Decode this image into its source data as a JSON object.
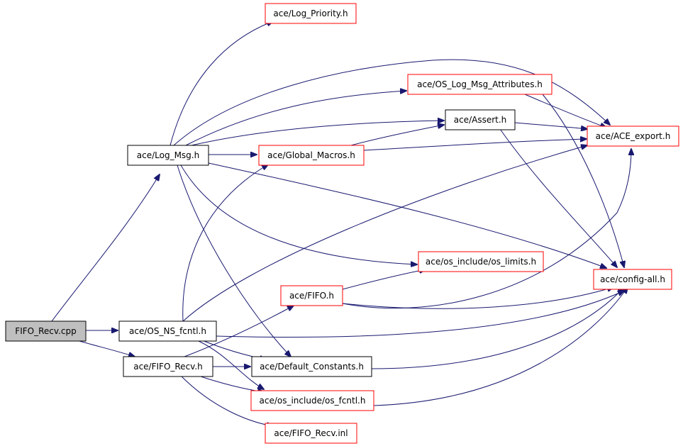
{
  "colors": {
    "edge": "#191970",
    "root_fill": "#bfbfbf",
    "root_border": "#000000",
    "normal_border": "#000000",
    "truncated_border": "#ff0000",
    "background": "#ffffff"
  },
  "nodes": {
    "fifo_recv_cpp": {
      "label": "FIFO_Recv.cpp",
      "style": "root"
    },
    "log_msg": {
      "label": "ace/Log_Msg.h",
      "style": "normal"
    },
    "os_ns_fcntl": {
      "label": "ace/OS_NS_fcntl.h",
      "style": "normal"
    },
    "fifo_recv_h": {
      "label": "ace/FIFO_Recv.h",
      "style": "normal"
    },
    "log_priority": {
      "label": "ace/Log_Priority.h",
      "style": "truncated"
    },
    "os_log_msg_attributes": {
      "label": "ace/OS_Log_Msg_Attributes.h",
      "style": "truncated"
    },
    "assert": {
      "label": "ace/Assert.h",
      "style": "normal"
    },
    "global_macros": {
      "label": "ace/Global_Macros.h",
      "style": "truncated"
    },
    "ace_export": {
      "label": "ace/ACE_export.h",
      "style": "truncated"
    },
    "os_limits": {
      "label": "ace/os_include/os_limits.h",
      "style": "truncated"
    },
    "config_all": {
      "label": "ace/config-all.h",
      "style": "truncated"
    },
    "fifo_h": {
      "label": "ace/FIFO.h",
      "style": "truncated"
    },
    "default_constants": {
      "label": "ace/Default_Constants.h",
      "style": "normal"
    },
    "os_fcntl": {
      "label": "ace/os_include/os_fcntl.h",
      "style": "truncated"
    },
    "fifo_recv_inl": {
      "label": "ace/FIFO_Recv.inl",
      "style": "truncated"
    }
  },
  "edges": [
    [
      "fifo_recv_cpp",
      "log_msg"
    ],
    [
      "fifo_recv_cpp",
      "os_ns_fcntl"
    ],
    [
      "fifo_recv_cpp",
      "fifo_recv_h"
    ],
    [
      "log_msg",
      "log_priority"
    ],
    [
      "log_msg",
      "os_log_msg_attributes"
    ],
    [
      "log_msg",
      "ace_export"
    ],
    [
      "log_msg",
      "assert"
    ],
    [
      "log_msg",
      "global_macros"
    ],
    [
      "log_msg",
      "config_all"
    ],
    [
      "log_msg",
      "os_limits"
    ],
    [
      "log_msg",
      "default_constants"
    ],
    [
      "os_log_msg_attributes",
      "ace_export"
    ],
    [
      "os_log_msg_attributes",
      "config_all"
    ],
    [
      "assert",
      "ace_export"
    ],
    [
      "assert",
      "config_all"
    ],
    [
      "global_macros",
      "assert"
    ],
    [
      "global_macros",
      "ace_export"
    ],
    [
      "os_ns_fcntl",
      "global_macros"
    ],
    [
      "os_ns_fcntl",
      "ace_export"
    ],
    [
      "os_ns_fcntl",
      "config_all"
    ],
    [
      "os_ns_fcntl",
      "default_constants"
    ],
    [
      "os_ns_fcntl",
      "os_fcntl"
    ],
    [
      "fifo_h",
      "os_limits"
    ],
    [
      "fifo_h",
      "ace_export"
    ],
    [
      "fifo_h",
      "config_all"
    ],
    [
      "fifo_recv_h",
      "fifo_h"
    ],
    [
      "fifo_recv_h",
      "default_constants"
    ],
    [
      "fifo_recv_h",
      "os_fcntl"
    ],
    [
      "fifo_recv_h",
      "fifo_recv_inl"
    ],
    [
      "default_constants",
      "config_all"
    ],
    [
      "os_fcntl",
      "config_all"
    ]
  ]
}
